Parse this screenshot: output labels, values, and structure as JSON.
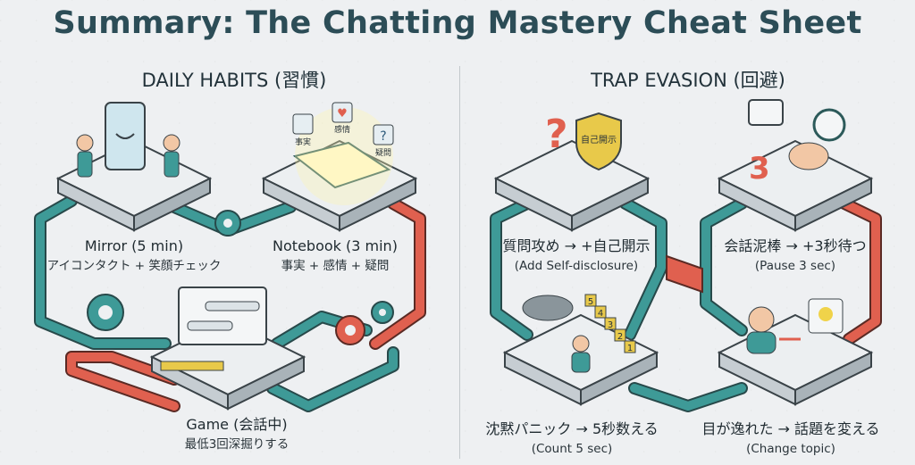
{
  "title": "Summary: The Chatting Mastery Cheat Sheet",
  "sections": {
    "left": {
      "heading": "DAILY HABITS (習慣)",
      "steps": [
        {
          "title": "Mirror (5 min)",
          "detail": "アイコンタクト + 笑顔チェック"
        },
        {
          "title": "Notebook (3 min)",
          "detail": "事実 + 感情 + 疑問",
          "cards": [
            "事実",
            "感情",
            "疑問"
          ]
        },
        {
          "title": "Game (会話中)",
          "detail": "最低3回深掘りする"
        }
      ]
    },
    "right": {
      "heading": "TRAP EVASION (回避)",
      "traps": [
        {
          "title": "質問攻め → +自己開示",
          "detail": "(Add Self-disclosure)",
          "badge": "自己開示"
        },
        {
          "title": "会話泥棒 → +3秒待つ",
          "detail": "(Pause 3 sec)",
          "number": "3"
        },
        {
          "title": "沈黙パニック → 5秒数える",
          "detail": "(Count 5 sec)",
          "blocks": [
            "5",
            "4",
            "3",
            "2",
            "1"
          ]
        },
        {
          "title": "目が逸れた → 話題を変える",
          "detail": "(Change topic)"
        }
      ]
    }
  },
  "colors": {
    "teal": "#3e9a97",
    "red": "#e0604f",
    "title": "#2c4d57",
    "platform": "#e9ecee"
  }
}
